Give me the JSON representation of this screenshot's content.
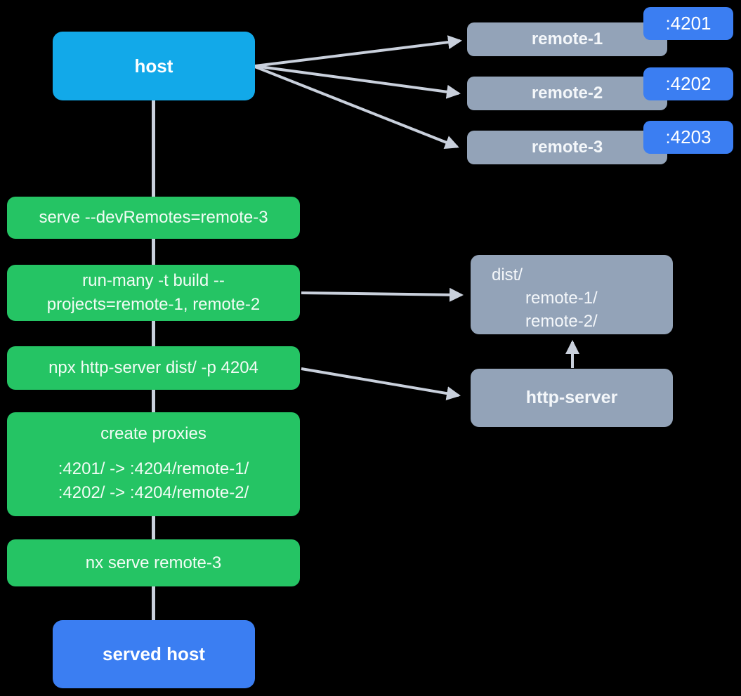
{
  "diagram": {
    "background_color": "#000000",
    "colors": {
      "host_box": "#12a9e9",
      "step_box": "#25c464",
      "remote_box": "#93a3b8",
      "port_badge": "#3b7ef2",
      "served_host_box": "#3b7ef2",
      "arrow": "#c9d0dc",
      "text": "#ffffff"
    },
    "host": {
      "label": "host"
    },
    "remotes": [
      {
        "label": "remote-1",
        "port": ":4201"
      },
      {
        "label": "remote-2",
        "port": ":4202"
      },
      {
        "label": "remote-3",
        "port": ":4203"
      }
    ],
    "steps": [
      {
        "label": "serve --devRemotes=remote-3"
      },
      {
        "lines": [
          "run-many -t build --",
          "projects=remote-1, remote-2"
        ]
      },
      {
        "label": "npx http-server dist/ -p 4204"
      },
      {
        "title": "create proxies",
        "lines": [
          ":4201/ -> :4204/remote-1/",
          ":4202/ -> :4204/remote-2/"
        ]
      },
      {
        "label": "nx serve remote-3"
      }
    ],
    "dist": {
      "lines": [
        "dist/",
        "remote-1/",
        "remote-2/"
      ]
    },
    "http_server": {
      "label": "http-server"
    },
    "served_host": {
      "label": "served host"
    },
    "edges": [
      {
        "from": "host",
        "to": "remote-1",
        "arrow": true
      },
      {
        "from": "host",
        "to": "remote-2",
        "arrow": true
      },
      {
        "from": "host",
        "to": "remote-3",
        "arrow": true
      },
      {
        "from": "host",
        "to": "served-host",
        "arrow": false
      },
      {
        "from": "step-run-many-build",
        "to": "dist-folder",
        "arrow": true
      },
      {
        "from": "step-npx-http-server",
        "to": "http-server",
        "arrow": true
      },
      {
        "from": "http-server",
        "to": "dist-folder",
        "arrow": true
      }
    ]
  }
}
